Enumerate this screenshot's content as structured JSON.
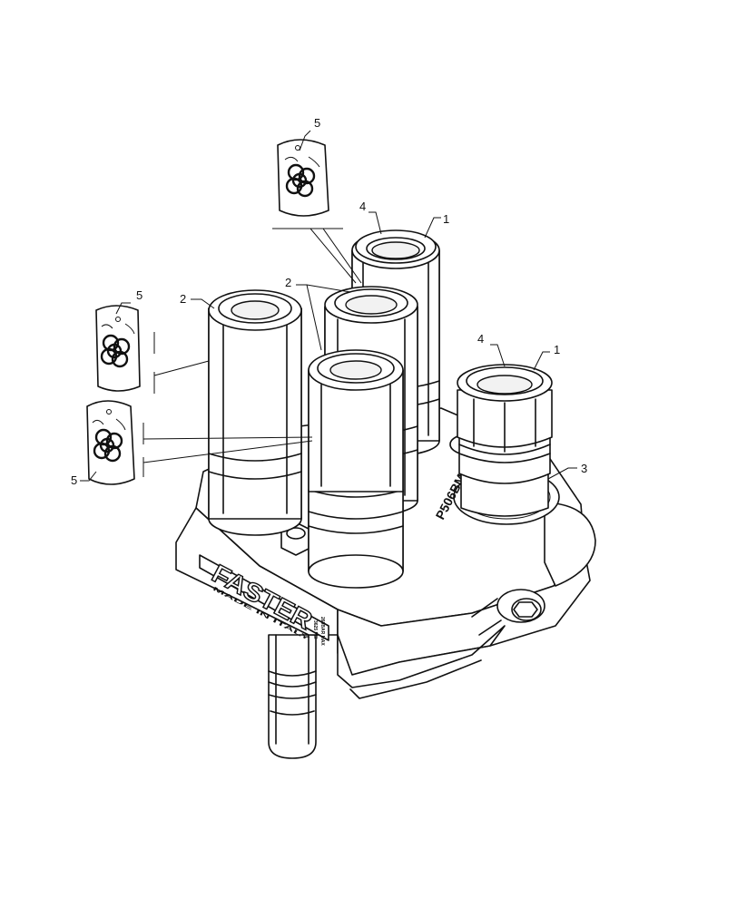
{
  "callouts": {
    "c5_top": "5",
    "c4_top": "4",
    "c1_top": "1",
    "c2_mid": "2",
    "c5_left_upper": "5",
    "c2_left": "2",
    "c4_right": "4",
    "c1_right": "1",
    "c3_right": "3",
    "c5_left_lower": "5"
  },
  "markings": {
    "part_number": "P506BM",
    "brand": "FASTER",
    "plate_line1": "260BAR MAX",
    "plate_line2": "3625 PSI",
    "plate_line3": "MADE IN ITALY"
  }
}
